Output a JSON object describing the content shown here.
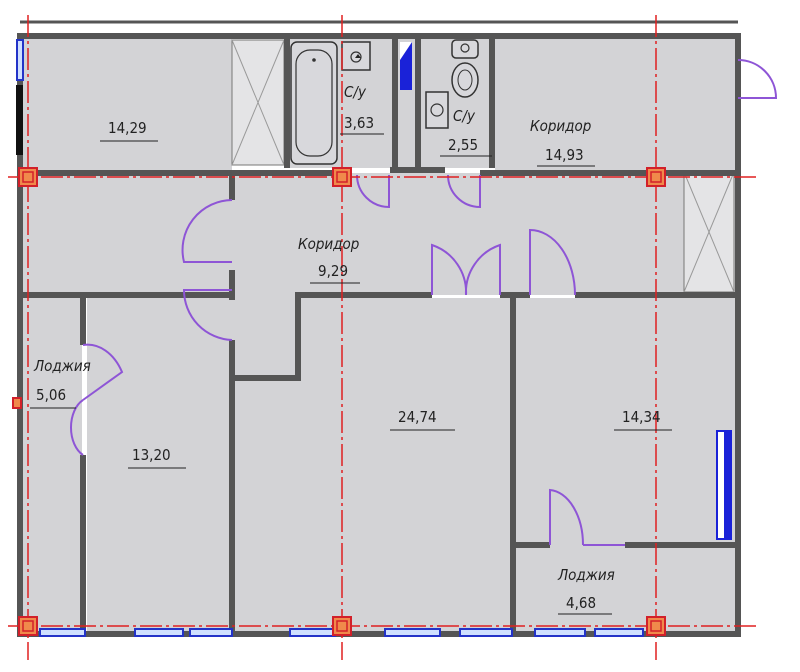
{
  "rooms": {
    "room_top_left": {
      "area": "14,29"
    },
    "bathroom_1": {
      "label": "С/у",
      "area": "3,63"
    },
    "bathroom_2": {
      "label": "С/у",
      "area": "2,55"
    },
    "corridor_top_right": {
      "label": "Коридор",
      "area": "14,93"
    },
    "corridor_center": {
      "label": "Коридор",
      "area": "9,29"
    },
    "loggia_left": {
      "label": "Лоджия",
      "area": "5,06"
    },
    "room_left": {
      "area": "13,20"
    },
    "room_center": {
      "area": "24,74"
    },
    "room_right": {
      "area": "14,34"
    },
    "loggia_bottom_right": {
      "label": "Лоджия",
      "area": "4,68"
    }
  },
  "colors": {
    "axis_lines": "#e02020",
    "door_swings": "#8e55d6",
    "windows": "#2333c8",
    "room_fill": "#d3d3d6"
  }
}
